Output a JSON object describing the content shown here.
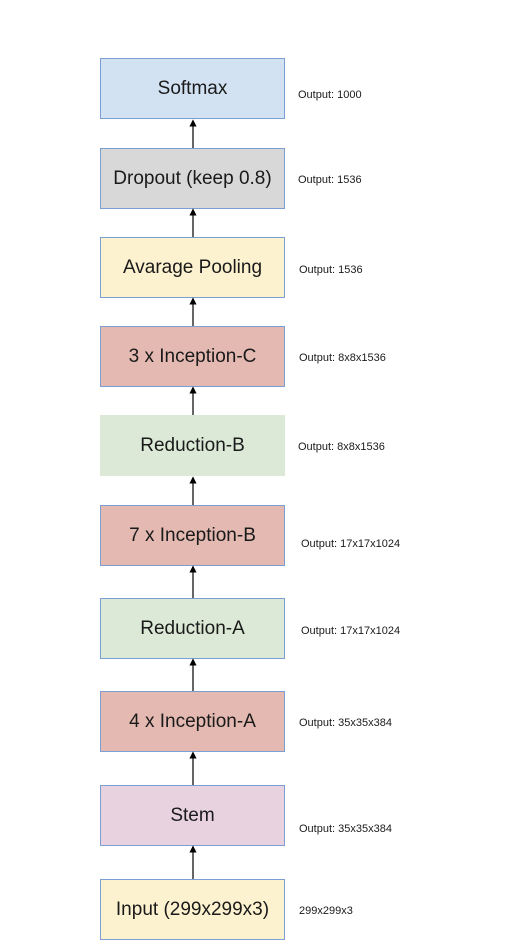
{
  "diagram": {
    "blocks": [
      {
        "label": "Softmax",
        "color": "#d2e2f3",
        "output": "Output: 1000"
      },
      {
        "label": "Dropout (keep 0.8)",
        "color": "#d8d8d8",
        "output": "Output: 1536"
      },
      {
        "label": "Avarage Pooling",
        "color": "#fdf2cf",
        "output": "Output: 1536"
      },
      {
        "label": "3 x Inception-C",
        "color": "#e3b9b1",
        "output": "Output: 8x8x1536"
      },
      {
        "label": "Reduction-B",
        "color": "#dbe9d6",
        "output": "Output: 8x8x1536"
      },
      {
        "label": "7 x Inception-B",
        "color": "#e3b9b1",
        "output": "Output: 17x17x1024"
      },
      {
        "label": "Reduction-A",
        "color": "#dbe9d6",
        "output": "Output: 17x17x1024"
      },
      {
        "label": "4 x Inception-A",
        "color": "#e3b9b1",
        "output": "Output: 35x35x384"
      },
      {
        "label": "Stem",
        "color": "#e8d2e0",
        "output": "Output: 35x35x384"
      },
      {
        "label": "Input (299x299x3)",
        "color": "#fdf2cf",
        "output": "299x299x3"
      }
    ],
    "outline_color": "#7b9fd3",
    "arrow_color": "#000000"
  }
}
